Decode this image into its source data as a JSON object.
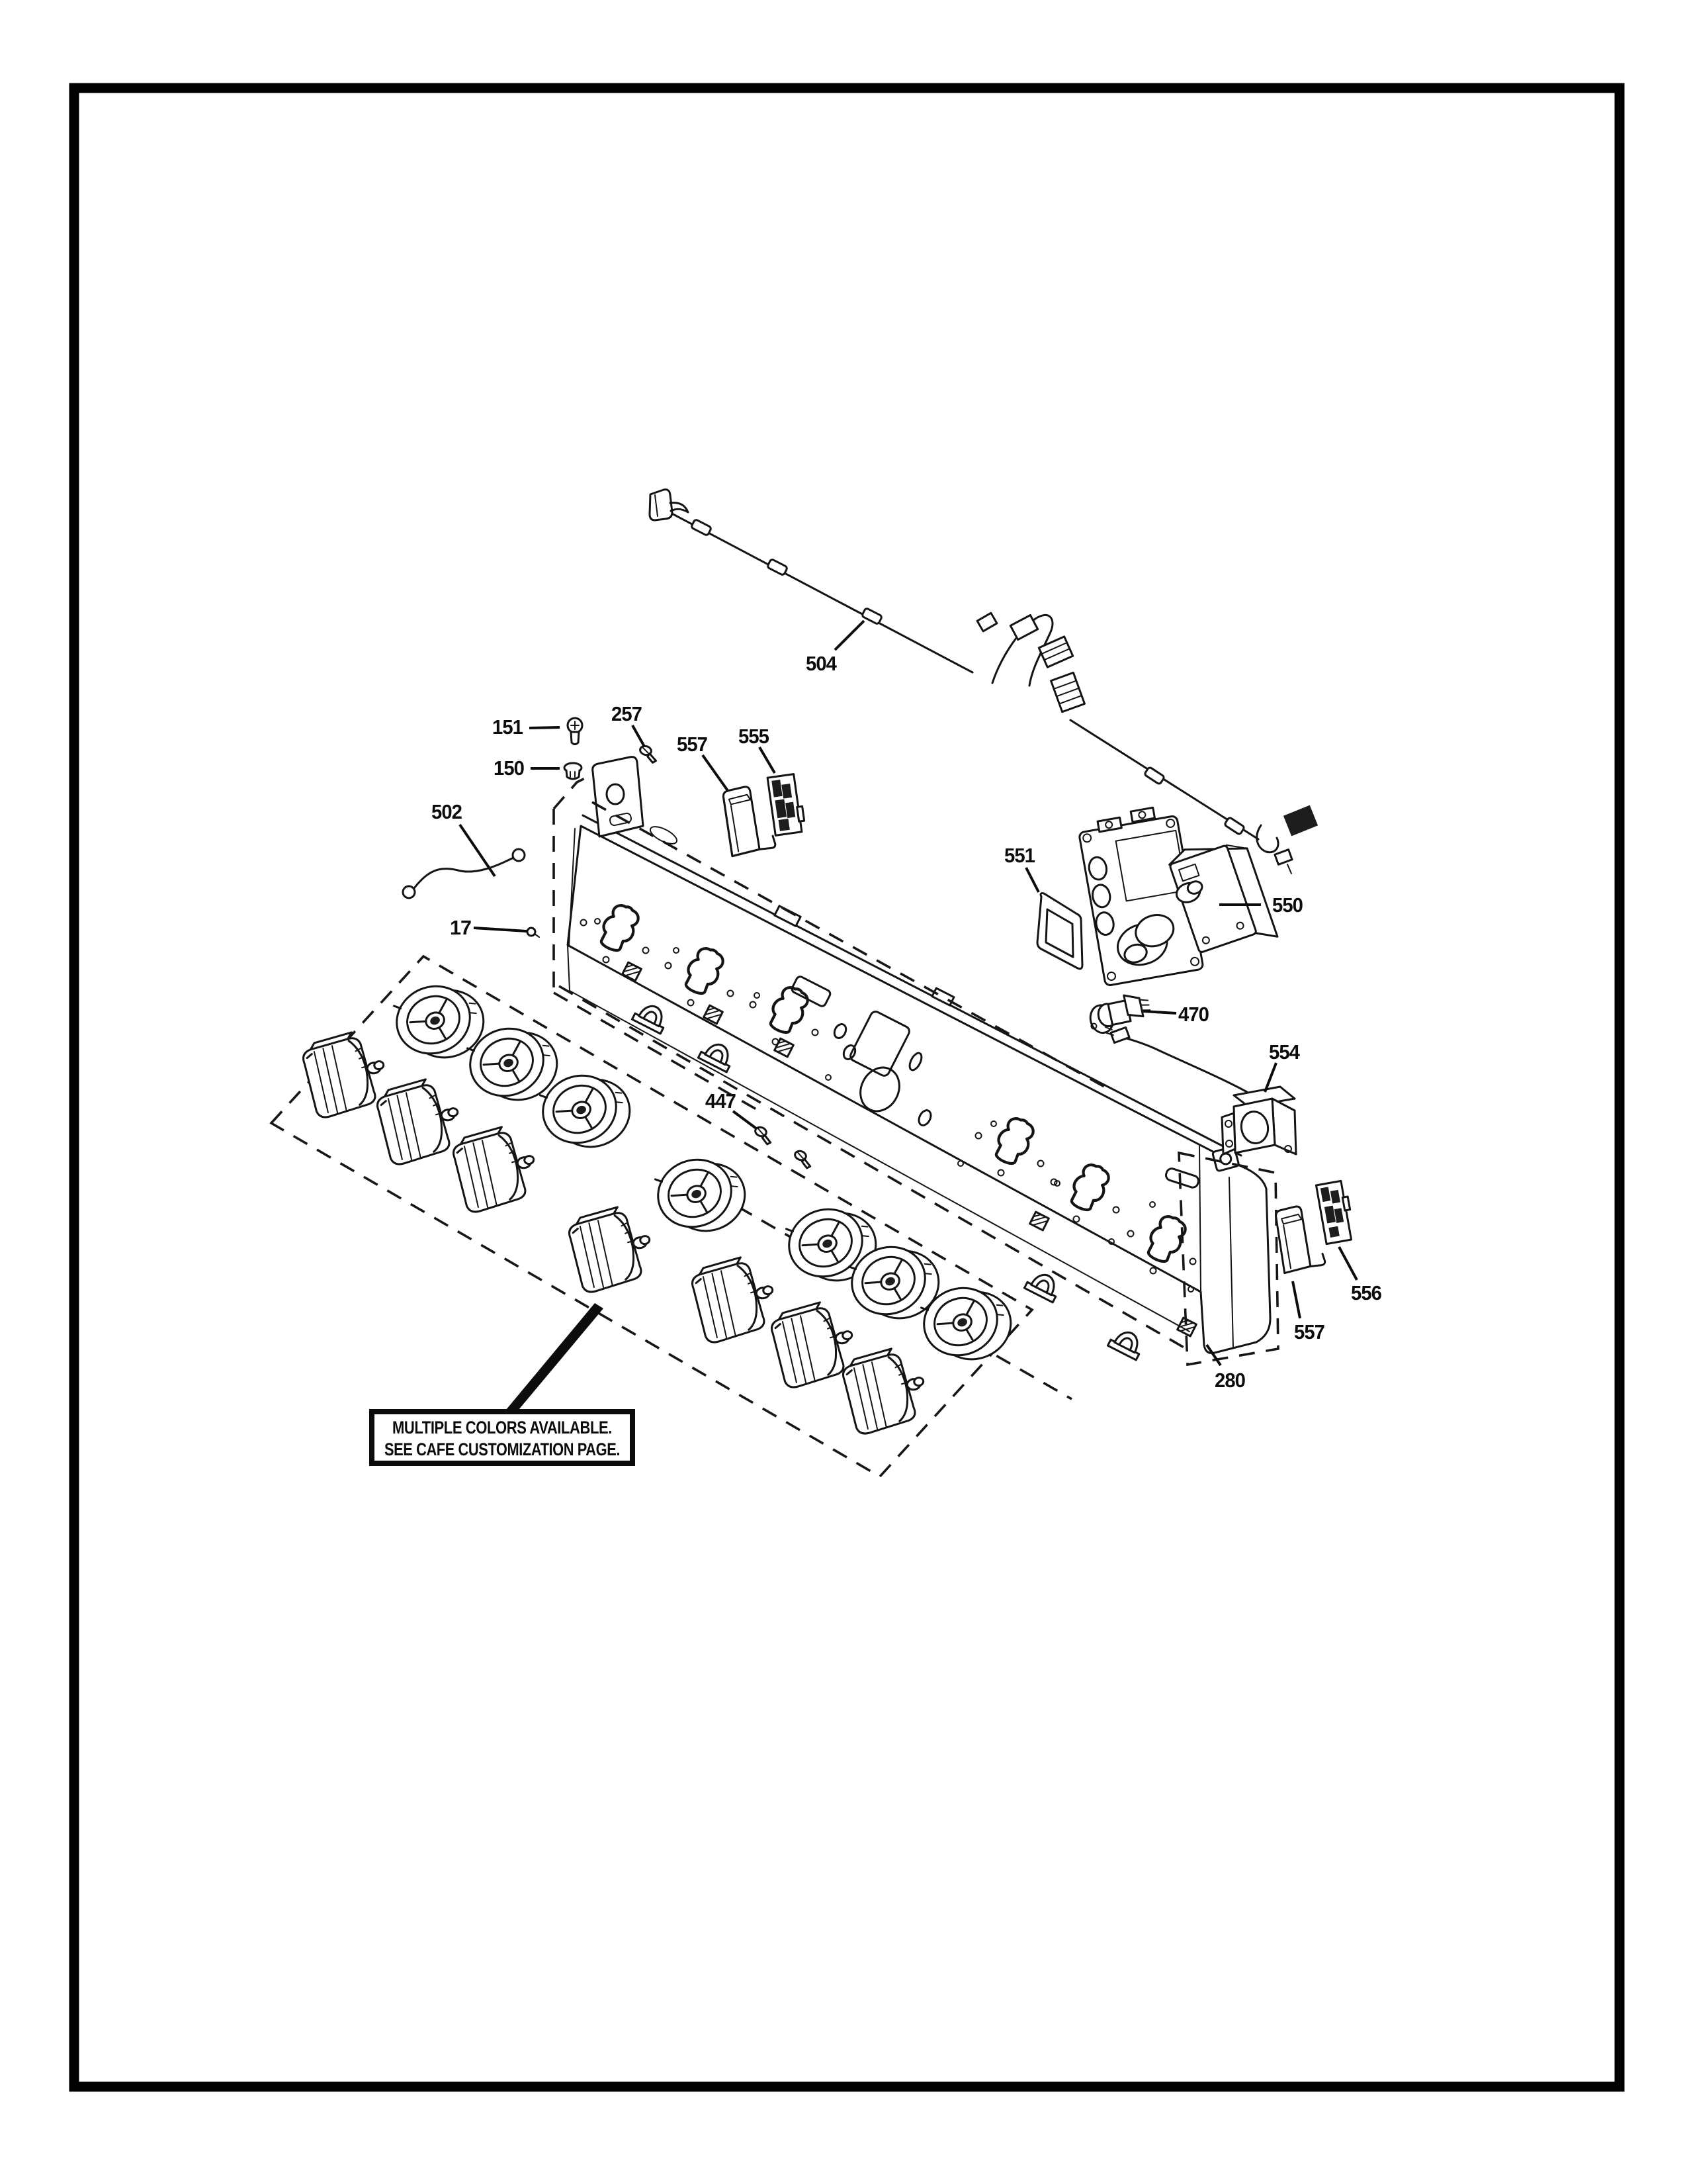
{
  "document": {
    "kind": "exploded-parts-diagram",
    "subject": "range control panel assembly",
    "background_color": "#ffffff",
    "line_color": "#141414",
    "border_color": "#000000"
  },
  "callouts": {
    "c17": {
      "label": "17",
      "part": "screw"
    },
    "c150": {
      "label": "150",
      "part": "push nut"
    },
    "c151": {
      "label": "151",
      "part": "screw"
    },
    "c257": {
      "label": "257",
      "part": "screw"
    },
    "c280": {
      "label": "280",
      "part": "control panel end cap"
    },
    "c447": {
      "label": "447",
      "part": "screws"
    },
    "c470": {
      "label": "470",
      "part": "igniter switch"
    },
    "c502": {
      "label": "502",
      "part": "jumper wire"
    },
    "c504": {
      "label": "504",
      "part": "wire harness"
    },
    "c550": {
      "label": "550",
      "part": "control box assembly"
    },
    "c551": {
      "label": "551",
      "part": "display bezel frame"
    },
    "c554": {
      "label": "554",
      "part": "module with lead wire"
    },
    "c555": {
      "label": "555",
      "part": "circuit board"
    },
    "c556": {
      "label": "556",
      "part": "circuit board"
    },
    "c557_top": {
      "label": "557",
      "part": "bracket"
    },
    "c557_bottom": {
      "label": "557",
      "part": "bracket"
    }
  },
  "notice": {
    "line1": "MULTIPLE COLORS AVAILABLE.",
    "line2": "SEE CAFE CUSTOMIZATION PAGE."
  }
}
